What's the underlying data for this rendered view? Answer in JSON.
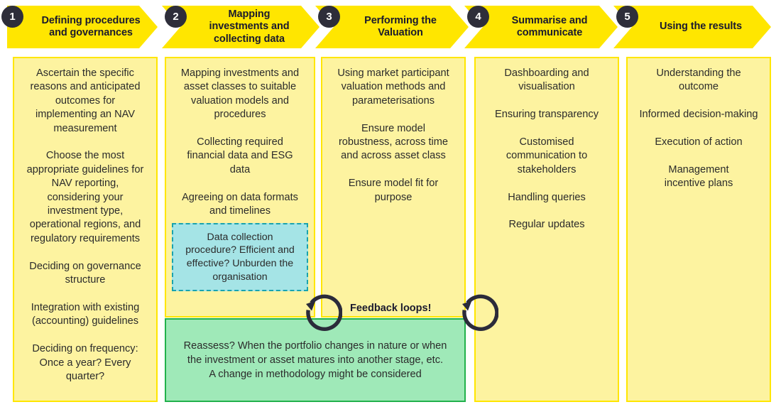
{
  "colors": {
    "chevron": "#ffe600",
    "badge": "#2e2e3a",
    "panel_fill": "#fdf3a0",
    "panel_border": "#ffe600",
    "teal_fill": "#a5e4e6",
    "teal_border": "#1aa3ae",
    "green_fill": "#9fe9b8",
    "green_border": "#22b14c",
    "text": "#2b2b2b",
    "heading_text": "#1a1a2e"
  },
  "steps": [
    {
      "number": "1",
      "title": "Defining procedures\nand governances",
      "body": "Ascertain the specific\nreasons and anticipated\noutcomes for\nimplementing an NAV\nmeasurement\n\nChoose the most\nappropriate guidelines for\nNAV reporting,\nconsidering your\ninvestment type,\noperational regions, and\nregulatory requirements\n\nDeciding on governance\nstructure\n\nIntegration with existing\n(accounting) guidelines\n\nDeciding on frequency:\nOnce a year? Every\nquarter?"
    },
    {
      "number": "2",
      "title": "Mapping\ninvestments and\ncollecting data",
      "body": "Mapping investments and\nasset classes to suitable\nvaluation models and\nprocedures\n\nCollecting required\nfinancial data and ESG\ndata\n\nAgreeing on data formats\nand timelines"
    },
    {
      "number": "3",
      "title": "Performing the\nValuation",
      "body": "Using market participant\nvaluation methods and\nparameterisations\n\nEnsure model\nrobustness, across time\nand across asset class\n\nEnsure model fit for\npurpose"
    },
    {
      "number": "4",
      "title": "Summarise and\ncommunicate",
      "body": "Dashboarding and\nvisualisation\n\nEnsuring transparency\n\nCustomised\ncommunication to\nstakeholders\n\nHandling queries\n\nRegular updates"
    },
    {
      "number": "5",
      "title": "Using the results",
      "body": "Understanding the\noutcome\n\nInformed decision-making\n\nExecution of action\n\nManagement\nincentive plans"
    }
  ],
  "callouts": {
    "data_collection_note": "Data collection\nprocedure? Efficient and\neffective? Unburden the\norganisation",
    "reassess_note": "Reassess? When the portfolio changes in nature or when\nthe investment or asset matures into another stage, etc.\nA change in methodology might be considered",
    "feedback_label": "Feedback loops!"
  }
}
